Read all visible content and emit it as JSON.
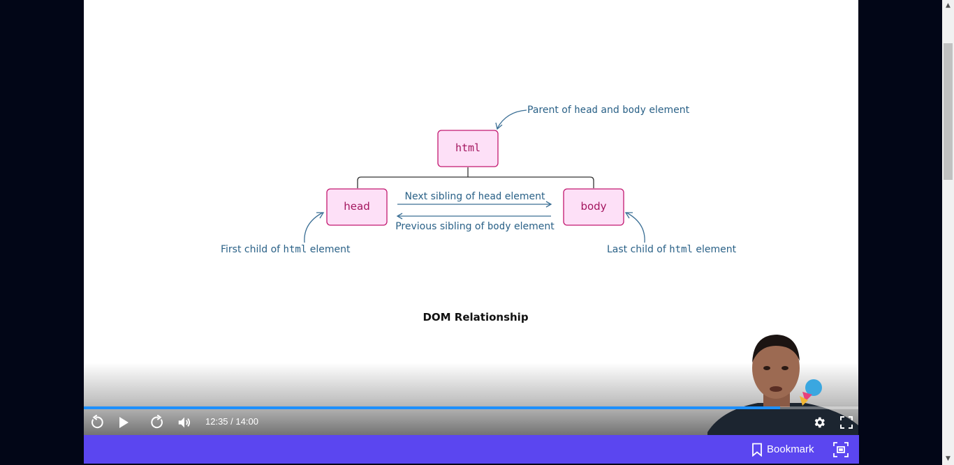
{
  "slide": {
    "nodes": {
      "root": "html",
      "left": "head",
      "right": "body"
    },
    "annotations": {
      "parent": [
        "Parent of ",
        "head",
        " and ",
        "body",
        " element"
      ],
      "first_child": [
        "First child of ",
        "html",
        " element"
      ],
      "last_child": [
        "Last child of ",
        "html",
        " element"
      ],
      "next_sibling": [
        "Next sibling of ",
        "head",
        " element"
      ],
      "previous_sibling": [
        "Previous sibling of ",
        "body",
        " element"
      ]
    },
    "caption": "DOM Relationship"
  },
  "player": {
    "current_time": "12:35",
    "duration": "14:00",
    "time_separator": " / ",
    "progress": 0.899,
    "icons": {
      "replay": "replay-icon",
      "play": "play-icon",
      "forward": "forward-icon",
      "volume": "volume-icon",
      "settings": "gear-icon",
      "fullscreen": "fullscreen-icon"
    }
  },
  "footer": {
    "bookmark_label": "Bookmark",
    "icons": {
      "bookmark": "bookmark-icon",
      "mini_player": "mini-player-icon"
    }
  },
  "colors": {
    "node_fill": "#fde0f7",
    "node_stroke": "#c2186f",
    "node_text": "#a3155e",
    "annotation_text": "#2a6187",
    "arrow": "#3b6f95",
    "accent_bar": "#5b46f0",
    "progress": "#1e90ff"
  }
}
